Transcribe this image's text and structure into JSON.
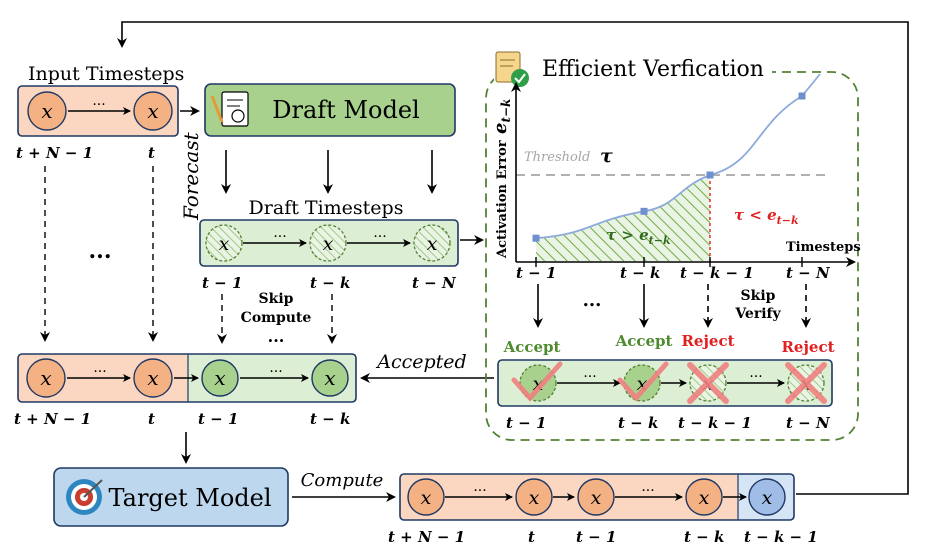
{
  "labels": {
    "input_timesteps": "Input Timesteps",
    "draft_model": "Draft Model",
    "forecast": "Forecast",
    "draft_timesteps": "Draft Timesteps",
    "efficient_verification": "Efficient Verfication",
    "skip_compute_1": "Skip",
    "skip_compute_2": "Compute",
    "skip_verify_1": "Skip",
    "skip_verify_2": "Verify",
    "accepted": "Accepted",
    "compute": "Compute",
    "target_model": "Target Model",
    "ellipsis_left": "...",
    "ellipsis_mid": "...",
    "ellipsis_verify": "..."
  },
  "symbols": {
    "x": "x",
    "dots": "···"
  },
  "input_row": {
    "labels": [
      "t + N − 1",
      "t"
    ]
  },
  "draft_row": {
    "labels": [
      "t − 1",
      "t − k",
      "t − N"
    ]
  },
  "accepted_row": {
    "labels": [
      "t + N − 1",
      "t",
      "t − 1",
      "t − k"
    ]
  },
  "verify_row": {
    "statuses": [
      "Accept",
      "Accept",
      "Reject",
      "Reject"
    ],
    "labels": [
      "t − 1",
      "t − k",
      "t − k − 1",
      "t − N"
    ]
  },
  "target_row": {
    "labels": [
      "t + N − 1",
      "t",
      "t − 1",
      "t − k",
      "t − k − 1"
    ]
  },
  "chart_data": {
    "type": "line",
    "ylabel": "Activation Error",
    "ylabel_symbol": "e",
    "ylabel_subscript": "t−k",
    "xlabel": "Timesteps",
    "x_ticks": [
      "t − 1",
      "t − k",
      "t − k − 1",
      "t − N"
    ],
    "threshold_label": "Threshold",
    "threshold_symbol": "τ",
    "region_below": "τ > e",
    "region_below_sub": "t−k",
    "region_above": "τ < e",
    "region_above_sub": "t−k",
    "threshold": 0.5,
    "x": [
      0,
      1,
      2,
      3
    ],
    "y": [
      0.1,
      0.27,
      0.5,
      1.0
    ]
  },
  "colors": {
    "orange_fill": "#fbd7c1",
    "green_fill": "#dcefd5",
    "blue_fill": "#d6e5f5",
    "draft_box": "#a9d18e",
    "target_box": "#bdd7ee",
    "green_circle": "#a9d18e",
    "orange_circle": "#f4b183",
    "blue_circle": "#9fbde6",
    "dashed_green": "#548235",
    "reject_red": "#e02020",
    "accept_green": "#4e8a2f",
    "curve_blue": "#8eaadb",
    "cross_pink": "#f08080"
  }
}
